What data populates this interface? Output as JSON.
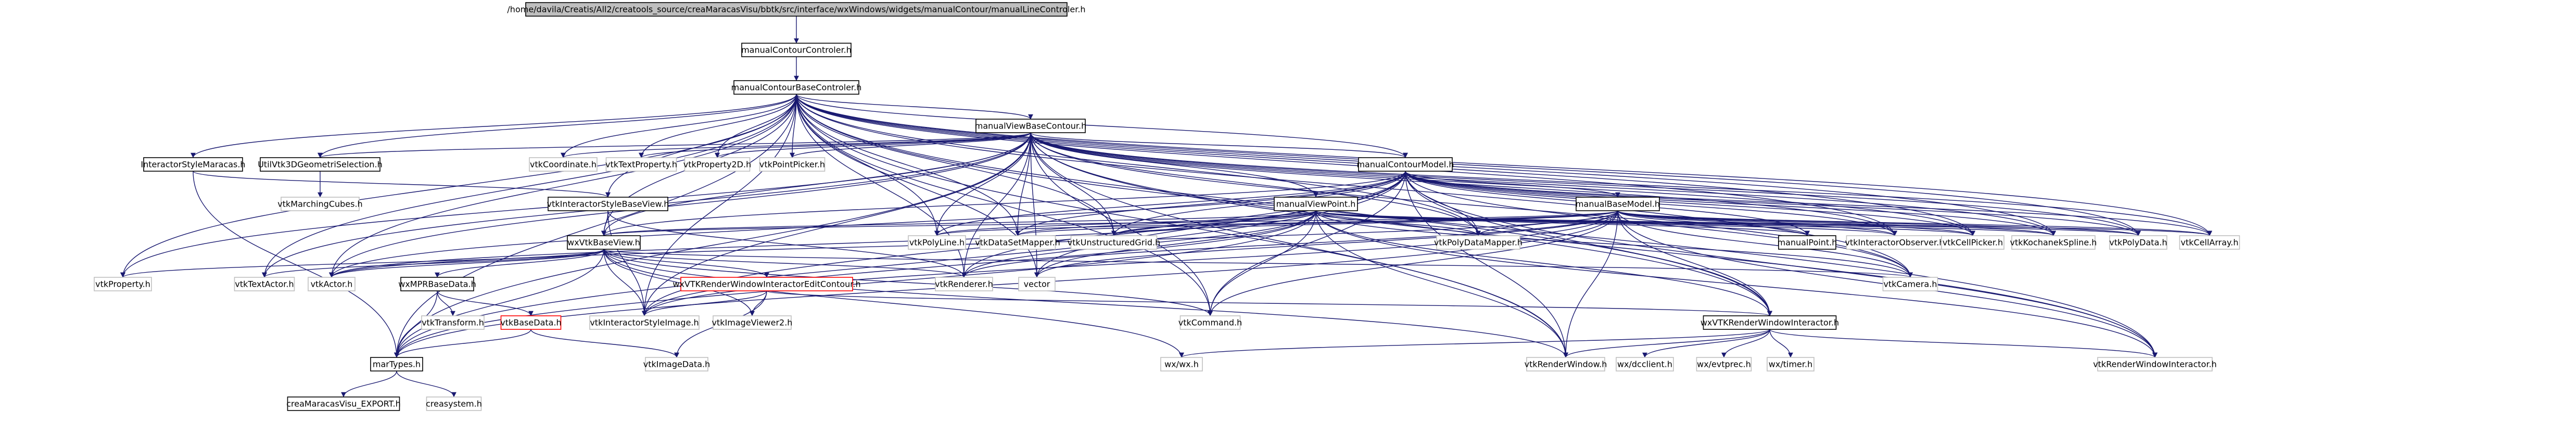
{
  "colors": {
    "root_fill": "#bfbfbf",
    "node_fill": "#ffffff",
    "border_black": "#000000",
    "border_grey": "#bfbfbf",
    "border_red": "#ff0000",
    "edge": "#191970",
    "text": "#000000"
  },
  "nodes": [
    {
      "id": "root",
      "label": "/home/davila/Creatis/All2/creatools_source/creaMaracasVisu/bbtk/src/interface/wxWindows/widgets/manualContour/manualLineControler.h",
      "style": "root"
    },
    {
      "id": "manualContourControler",
      "label": "manualContourControler.h",
      "style": "normal"
    },
    {
      "id": "manualContourBaseControler",
      "label": "manualContourBaseControler.h",
      "style": "normal"
    },
    {
      "id": "manualViewBaseContour",
      "label": "manualViewBaseContour.h",
      "style": "normal"
    },
    {
      "id": "interactorStyleMaracas",
      "label": "InteractorStyleMaracas.h",
      "style": "normal"
    },
    {
      "id": "UtilVtk3DGeometriSelection",
      "label": "UtilVtk3DGeometriSelection.h",
      "style": "normal"
    },
    {
      "id": "vtkCoordinate",
      "label": "vtkCoordinate.h",
      "style": "grey"
    },
    {
      "id": "vtkTextProperty",
      "label": "vtkTextProperty.h",
      "style": "grey"
    },
    {
      "id": "vtkProperty2D",
      "label": "vtkProperty2D.h",
      "style": "grey"
    },
    {
      "id": "vtkPointPicker",
      "label": "vtkPointPicker.h",
      "style": "grey"
    },
    {
      "id": "manualContourModel",
      "label": "manualContourModel.h",
      "style": "normal"
    },
    {
      "id": "vtkMarchingCubes",
      "label": "vtkMarchingCubes.h",
      "style": "grey"
    },
    {
      "id": "vtkInteractorStyleBaseView",
      "label": "vtkInteractorStyleBaseView.h",
      "style": "normal"
    },
    {
      "id": "manualViewPoint",
      "label": "manualViewPoint.h",
      "style": "normal"
    },
    {
      "id": "manualBaseModel",
      "label": "manualBaseModel.h",
      "style": "normal"
    },
    {
      "id": "wxVtkBaseView",
      "label": "wxVtkBaseView.h",
      "style": "normal"
    },
    {
      "id": "vtkPolyLine",
      "label": "vtkPolyLine.h",
      "style": "grey"
    },
    {
      "id": "vtkDataSetMapper",
      "label": "vtkDataSetMapper.h",
      "style": "grey"
    },
    {
      "id": "vtkUnstructuredGrid",
      "label": "vtkUnstructuredGrid.h",
      "style": "grey"
    },
    {
      "id": "vtkPolyDataMapper",
      "label": "vtkPolyDataMapper.h",
      "style": "grey"
    },
    {
      "id": "manualPoint",
      "label": "manualPoint.h",
      "style": "normal"
    },
    {
      "id": "vtkInteractorObserver",
      "label": "vtkInteractorObserver.h",
      "style": "grey"
    },
    {
      "id": "vtkCellPicker",
      "label": "vtkCellPicker.h",
      "style": "grey"
    },
    {
      "id": "vtkKochanekSpline",
      "label": "vtkKochanekSpline.h",
      "style": "grey"
    },
    {
      "id": "vtkPolyData",
      "label": "vtkPolyData.h",
      "style": "grey"
    },
    {
      "id": "vtkCellArray",
      "label": "vtkCellArray.h",
      "style": "grey"
    },
    {
      "id": "vtkProperty",
      "label": "vtkProperty.h",
      "style": "grey"
    },
    {
      "id": "vtkTextActor",
      "label": "vtkTextActor.h",
      "style": "grey"
    },
    {
      "id": "vtkActor",
      "label": "vtkActor.h",
      "style": "grey"
    },
    {
      "id": "wxMPRBaseData",
      "label": "wxMPRBaseData.h",
      "style": "normal"
    },
    {
      "id": "wxVTKRenderWindowInteractorEditContour",
      "label": "wxVTKRenderWindowInteractorEditContour.h",
      "style": "red"
    },
    {
      "id": "vtkRenderer",
      "label": "vtkRenderer.h",
      "style": "grey"
    },
    {
      "id": "vector",
      "label": "vector",
      "style": "grey"
    },
    {
      "id": "vtkCamera",
      "label": "vtkCamera.h",
      "style": "grey"
    },
    {
      "id": "vtkTransform",
      "label": "vtkTransform.h",
      "style": "grey"
    },
    {
      "id": "vtkBaseData",
      "label": "vtkBaseData.h",
      "style": "red"
    },
    {
      "id": "vtkInteractorStyleImage",
      "label": "vtkInteractorStyleImage.h",
      "style": "grey"
    },
    {
      "id": "vtkImageViewer2",
      "label": "vtkImageViewer2.h",
      "style": "grey"
    },
    {
      "id": "vtkCommand",
      "label": "vtkCommand.h",
      "style": "grey"
    },
    {
      "id": "wxVTKRenderWindowInteractor",
      "label": "wxVTKRenderWindowInteractor.h",
      "style": "normal"
    },
    {
      "id": "marTypes",
      "label": "marTypes.h",
      "style": "normal"
    },
    {
      "id": "vtkImageData",
      "label": "vtkImageData.h",
      "style": "grey"
    },
    {
      "id": "wxwx",
      "label": "wx/wx.h",
      "style": "grey"
    },
    {
      "id": "vtkRenderWindow",
      "label": "vtkRenderWindow.h",
      "style": "grey"
    },
    {
      "id": "wxdcclient",
      "label": "wx/dcclient.h",
      "style": "grey"
    },
    {
      "id": "wxevtprec",
      "label": "wx/evtprec.h",
      "style": "grey"
    },
    {
      "id": "wxtimer",
      "label": "wx/timer.h",
      "style": "grey"
    },
    {
      "id": "vtkRenderWindowInteractor",
      "label": "vtkRenderWindowInteractor.h",
      "style": "grey"
    },
    {
      "id": "creaMaracasVisu_EXPORT",
      "label": "creaMaracasVisu_EXPORT.h",
      "style": "normal"
    },
    {
      "id": "creasystem",
      "label": "creasystem.h",
      "style": "grey"
    }
  ],
  "edges": [
    [
      "root",
      "manualContourControler"
    ],
    [
      "manualContourControler",
      "manualContourBaseControler"
    ],
    [
      "manualContourBaseControler",
      "manualViewBaseContour"
    ],
    [
      "manualContourBaseControler",
      "interactorStyleMaracas"
    ],
    [
      "manualContourBaseControler",
      "UtilVtk3DGeometriSelection"
    ],
    [
      "manualContourBaseControler",
      "vtkCoordinate"
    ],
    [
      "manualContourBaseControler",
      "vtkTextProperty"
    ],
    [
      "manualContourBaseControler",
      "vtkProperty2D"
    ],
    [
      "manualContourBaseControler",
      "vtkPointPicker"
    ],
    [
      "manualContourBaseControler",
      "manualContourModel"
    ],
    [
      "manualContourBaseControler",
      "vtkInteractorStyleBaseView"
    ],
    [
      "manualContourBaseControler",
      "wxVtkBaseView"
    ],
    [
      "manualContourBaseControler",
      "vtkPolyLine"
    ],
    [
      "manualContourBaseControler",
      "vtkDataSetMapper"
    ],
    [
      "manualContourBaseControler",
      "vtkUnstructuredGrid"
    ],
    [
      "manualContourBaseControler",
      "vtkPolyDataMapper"
    ],
    [
      "manualContourBaseControler",
      "vtkInteractorObserver"
    ],
    [
      "manualContourBaseControler",
      "vtkCellPicker"
    ],
    [
      "manualContourBaseControler",
      "vtkKochanekSpline"
    ],
    [
      "manualContourBaseControler",
      "vtkPolyData"
    ],
    [
      "manualContourBaseControler",
      "vtkCellArray"
    ],
    [
      "manualContourBaseControler",
      "vtkProperty"
    ],
    [
      "manualContourBaseControler",
      "vtkTextActor"
    ],
    [
      "manualContourBaseControler",
      "vtkActor"
    ],
    [
      "manualContourBaseControler",
      "vtkRenderer"
    ],
    [
      "manualContourBaseControler",
      "vector"
    ],
    [
      "manualContourBaseControler",
      "vtkCamera"
    ],
    [
      "manualContourBaseControler",
      "vtkInteractorStyleImage"
    ],
    [
      "manualContourBaseControler",
      "vtkCommand"
    ],
    [
      "manualContourBaseControler",
      "wxVTKRenderWindowInteractor"
    ],
    [
      "manualContourBaseControler",
      "marTypes"
    ],
    [
      "manualContourBaseControler",
      "vtkRenderWindow"
    ],
    [
      "manualContourBaseControler",
      "vtkRenderWindowInteractor"
    ],
    [
      "manualViewBaseContour",
      "UtilVtk3DGeometriSelection"
    ],
    [
      "manualViewBaseContour",
      "vtkCoordinate"
    ],
    [
      "manualViewBaseContour",
      "vtkTextProperty"
    ],
    [
      "manualViewBaseContour",
      "vtkProperty2D"
    ],
    [
      "manualViewBaseContour",
      "vtkPointPicker"
    ],
    [
      "manualViewBaseContour",
      "manualContourModel"
    ],
    [
      "manualViewBaseContour",
      "manualViewPoint"
    ],
    [
      "manualViewBaseContour",
      "wxVtkBaseView"
    ],
    [
      "manualViewBaseContour",
      "vtkPolyLine"
    ],
    [
      "manualViewBaseContour",
      "vtkDataSetMapper"
    ],
    [
      "manualViewBaseContour",
      "vtkUnstructuredGrid"
    ],
    [
      "manualViewBaseContour",
      "vtkPolyDataMapper"
    ],
    [
      "manualViewBaseContour",
      "vtkInteractorObserver"
    ],
    [
      "manualViewBaseContour",
      "vtkCellPicker"
    ],
    [
      "manualViewBaseContour",
      "vtkKochanekSpline"
    ],
    [
      "manualViewBaseContour",
      "vtkPolyData"
    ],
    [
      "manualViewBaseContour",
      "vtkCellArray"
    ],
    [
      "manualViewBaseContour",
      "vtkProperty"
    ],
    [
      "manualViewBaseContour",
      "vtkTextActor"
    ],
    [
      "manualViewBaseContour",
      "vtkActor"
    ],
    [
      "manualViewBaseContour",
      "vtkRenderer"
    ],
    [
      "manualViewBaseContour",
      "vector"
    ],
    [
      "manualViewBaseContour",
      "vtkCamera"
    ],
    [
      "manualViewBaseContour",
      "vtkInteractorStyleImage"
    ],
    [
      "manualViewBaseContour",
      "vtkCommand"
    ],
    [
      "manualViewBaseContour",
      "wxVTKRenderWindowInteractor"
    ],
    [
      "manualViewBaseContour",
      "marTypes"
    ],
    [
      "manualViewBaseContour",
      "vtkRenderWindow"
    ],
    [
      "manualViewBaseContour",
      "vtkRenderWindowInteractor"
    ],
    [
      "interactorStyleMaracas",
      "vtkInteractorStyleBaseView"
    ],
    [
      "interactorStyleMaracas",
      "marTypes"
    ],
    [
      "UtilVtk3DGeometriSelection",
      "vtkMarchingCubes"
    ],
    [
      "manualContourModel",
      "manualBaseModel"
    ],
    [
      "manualContourModel",
      "manualPoint"
    ],
    [
      "manualContourModel",
      "vtkPolyLine"
    ],
    [
      "manualContourModel",
      "vtkDataSetMapper"
    ],
    [
      "manualContourModel",
      "vtkUnstructuredGrid"
    ],
    [
      "manualContourModel",
      "vtkPolyDataMapper"
    ],
    [
      "manualContourModel",
      "vtkInteractorObserver"
    ],
    [
      "manualContourModel",
      "vtkCellPicker"
    ],
    [
      "manualContourModel",
      "vtkKochanekSpline"
    ],
    [
      "manualContourModel",
      "vtkPolyData"
    ],
    [
      "manualContourModel",
      "vtkCellArray"
    ],
    [
      "manualContourModel",
      "vtkActor"
    ],
    [
      "manualContourModel",
      "vtkRenderer"
    ],
    [
      "manualContourModel",
      "vector"
    ],
    [
      "manualContourModel",
      "vtkCamera"
    ],
    [
      "manualContourModel",
      "vtkInteractorStyleImage"
    ],
    [
      "manualContourModel",
      "vtkCommand"
    ],
    [
      "manualContourModel",
      "wxVTKRenderWindowInteractor"
    ],
    [
      "manualContourModel",
      "marTypes"
    ],
    [
      "manualContourModel",
      "vtkRenderWindow"
    ],
    [
      "manualContourModel",
      "vtkRenderWindowInteractor"
    ],
    [
      "manualContourModel",
      "wxVtkBaseView"
    ],
    [
      "vtkInteractorStyleBaseView",
      "wxVtkBaseView"
    ],
    [
      "vtkInteractorStyleBaseView",
      "vtkInteractorStyleImage"
    ],
    [
      "vtkInteractorStyleBaseView",
      "vtkRenderer"
    ],
    [
      "manualViewPoint",
      "wxVtkBaseView"
    ],
    [
      "manualViewPoint",
      "vtkPolyLine"
    ],
    [
      "manualViewPoint",
      "vtkDataSetMapper"
    ],
    [
      "manualViewPoint",
      "vtkUnstructuredGrid"
    ],
    [
      "manualViewPoint",
      "vtkPolyDataMapper"
    ],
    [
      "manualViewPoint",
      "manualPoint"
    ],
    [
      "manualViewPoint",
      "vtkInteractorObserver"
    ],
    [
      "manualViewPoint",
      "vtkCellPicker"
    ],
    [
      "manualViewPoint",
      "vtkKochanekSpline"
    ],
    [
      "manualViewPoint",
      "vtkPolyData"
    ],
    [
      "manualViewPoint",
      "vtkCellArray"
    ],
    [
      "manualViewPoint",
      "vtkActor"
    ],
    [
      "manualViewPoint",
      "vtkRenderer"
    ],
    [
      "manualViewPoint",
      "vector"
    ],
    [
      "manualViewPoint",
      "vtkCamera"
    ],
    [
      "manualViewPoint",
      "vtkInteractorStyleImage"
    ],
    [
      "manualViewPoint",
      "vtkCommand"
    ],
    [
      "manualViewPoint",
      "wxVTKRenderWindowInteractor"
    ],
    [
      "manualViewPoint",
      "marTypes"
    ],
    [
      "manualViewPoint",
      "vtkRenderWindow"
    ],
    [
      "manualViewPoint",
      "vtkRenderWindowInteractor"
    ],
    [
      "manualBaseModel",
      "wxVtkBaseView"
    ],
    [
      "manualBaseModel",
      "vtkPolyLine"
    ],
    [
      "manualBaseModel",
      "vtkDataSetMapper"
    ],
    [
      "manualBaseModel",
      "vtkUnstructuredGrid"
    ],
    [
      "manualBaseModel",
      "vtkPolyDataMapper"
    ],
    [
      "manualBaseModel",
      "manualPoint"
    ],
    [
      "manualBaseModel",
      "vtkInteractorObserver"
    ],
    [
      "manualBaseModel",
      "vtkCellPicker"
    ],
    [
      "manualBaseModel",
      "vtkKochanekSpline"
    ],
    [
      "manualBaseModel",
      "vtkPolyData"
    ],
    [
      "manualBaseModel",
      "vtkCellArray"
    ],
    [
      "manualBaseModel",
      "vtkActor"
    ],
    [
      "manualBaseModel",
      "vtkRenderer"
    ],
    [
      "manualBaseModel",
      "vector"
    ],
    [
      "manualBaseModel",
      "vtkCamera"
    ],
    [
      "manualBaseModel",
      "vtkInteractorStyleImage"
    ],
    [
      "manualBaseModel",
      "vtkCommand"
    ],
    [
      "manualBaseModel",
      "wxVTKRenderWindowInteractor"
    ],
    [
      "manualBaseModel",
      "marTypes"
    ],
    [
      "manualBaseModel",
      "vtkRenderWindow"
    ],
    [
      "manualBaseModel",
      "vtkRenderWindowInteractor"
    ],
    [
      "wxVtkBaseView",
      "vtkProperty"
    ],
    [
      "wxVtkBaseView",
      "vtkTextActor"
    ],
    [
      "wxVtkBaseView",
      "vtkActor"
    ],
    [
      "wxVtkBaseView",
      "wxMPRBaseData"
    ],
    [
      "wxVtkBaseView",
      "wxVTKRenderWindowInteractorEditContour"
    ],
    [
      "wxVtkBaseView",
      "vtkRenderer"
    ],
    [
      "wxVtkBaseView",
      "vtkCamera"
    ],
    [
      "wxVtkBaseView",
      "vtkInteractorStyleImage"
    ],
    [
      "wxVtkBaseView",
      "vtkImageViewer2"
    ],
    [
      "wxVtkBaseView",
      "vtkCommand"
    ],
    [
      "wxVtkBaseView",
      "marTypes"
    ],
    [
      "wxVtkBaseView",
      "wxwx"
    ],
    [
      "wxVtkBaseView",
      "vtkRenderWindow"
    ],
    [
      "wxMPRBaseData",
      "vtkTransform"
    ],
    [
      "wxMPRBaseData",
      "vtkBaseData"
    ],
    [
      "wxMPRBaseData",
      "marTypes"
    ],
    [
      "wxVTKRenderWindowInteractorEditContour",
      "wxVTKRenderWindowInteractor"
    ],
    [
      "wxVTKRenderWindowInteractorEditContour",
      "vtkInteractorStyleImage"
    ],
    [
      "wxVTKRenderWindowInteractorEditContour",
      "vtkImageViewer2"
    ],
    [
      "wxVTKRenderWindowInteractorEditContour",
      "vtkImageData"
    ],
    [
      "vtkBaseData",
      "marTypes"
    ],
    [
      "vtkBaseData",
      "vtkImageData"
    ],
    [
      "wxVTKRenderWindowInteractor",
      "wxwx"
    ],
    [
      "wxVTKRenderWindowInteractor",
      "vtkRenderWindow"
    ],
    [
      "wxVTKRenderWindowInteractor",
      "wxdcclient"
    ],
    [
      "wxVTKRenderWindowInteractor",
      "wxevtprec"
    ],
    [
      "wxVTKRenderWindowInteractor",
      "wxtimer"
    ],
    [
      "wxVTKRenderWindowInteractor",
      "vtkRenderWindowInteractor"
    ],
    [
      "marTypes",
      "creaMaracasVisu_EXPORT"
    ],
    [
      "marTypes",
      "creasystem"
    ]
  ]
}
